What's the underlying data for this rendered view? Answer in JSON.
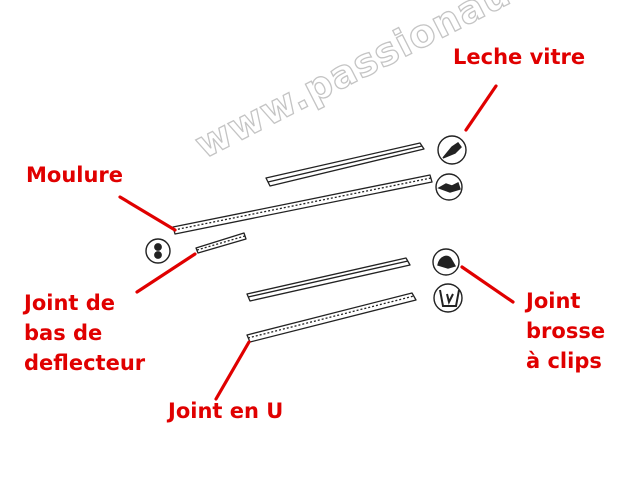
{
  "watermark": "www.passionauto.com",
  "colors": {
    "label": "#e00000",
    "line": "#e00000",
    "part_stroke": "#222222"
  },
  "labels": {
    "leche_vitre": "Leche vitre",
    "moulure": "Moulure",
    "joint_bas_line1": "Joint de",
    "joint_bas_line2": "bas de",
    "joint_bas_line3": "deflecteur",
    "joint_en_u": "Joint en U",
    "joint_brosse_line1": "Joint",
    "joint_brosse_line2": "brosse",
    "joint_brosse_line3": "à clips"
  },
  "parts": [
    {
      "name": "leche-vitre-strip",
      "profile": "wiper-seal-profile"
    },
    {
      "name": "moulure-strip",
      "profile": "moulding-profile"
    },
    {
      "name": "joint-bas-deflecteur-strip",
      "profile": "figure-eight-profile"
    },
    {
      "name": "joint-brosse-clips-strip",
      "profile": "clip-brush-profile"
    },
    {
      "name": "joint-en-u-strip",
      "profile": "u-channel-profile"
    }
  ]
}
